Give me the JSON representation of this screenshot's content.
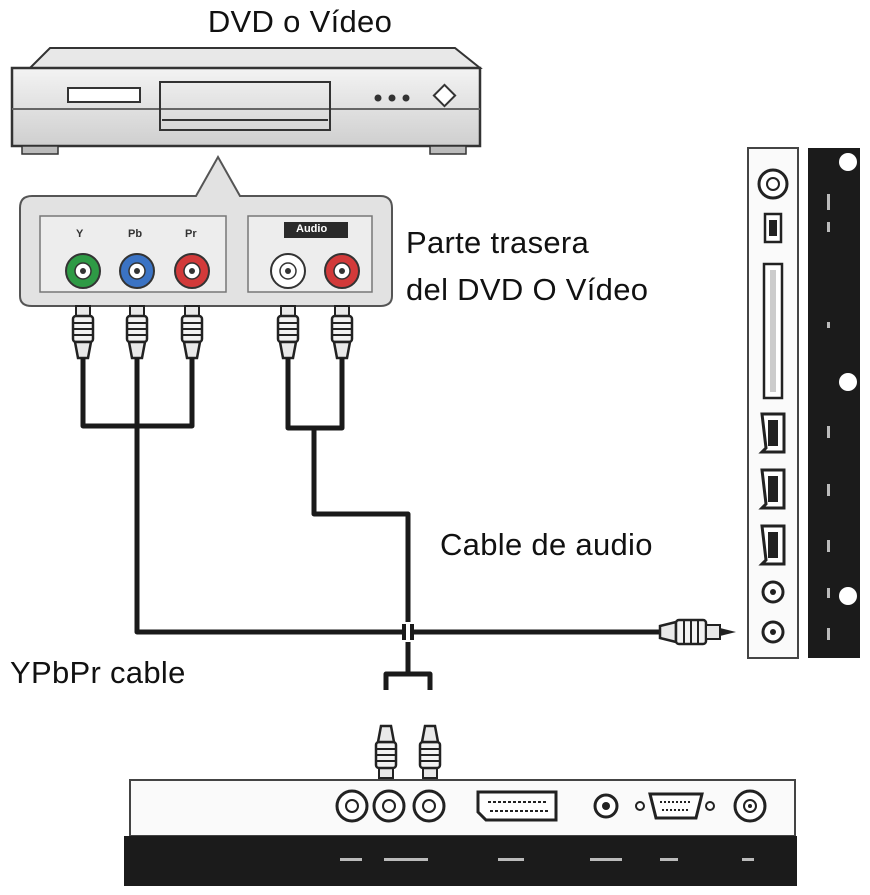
{
  "labels": {
    "dvd_title": "DVD o Vídeo",
    "rear_line1": "Parte trasera",
    "rear_line2": "del DVD O Vídeo",
    "audio_cable": "Cable de audio",
    "ypbpr_cable": "YPbPr cable"
  },
  "panel": {
    "jack_labels": [
      "Y",
      "Pb",
      "Pr"
    ],
    "audio_label": "Audio"
  },
  "colors": {
    "y_jack": "#2e9a45",
    "pb_jack": "#3b73c4",
    "pr_jack": "#d23a3a",
    "audio_l_jack": "#ffffff",
    "audio_r_jack": "#d23a3a",
    "cable": "#1a1a1a",
    "tv_panel_dark": "#1b1b1b"
  }
}
